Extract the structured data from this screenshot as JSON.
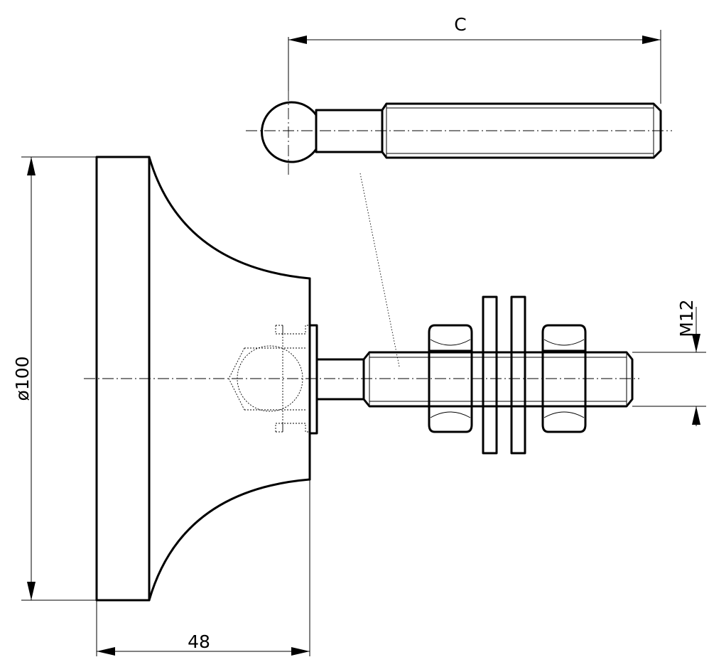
{
  "drawing": {
    "dimensions": {
      "length_c": "C",
      "diameter": "ø100",
      "height": "48",
      "thread": "M12"
    },
    "colors": {
      "line": "#000000",
      "background": "#ffffff"
    }
  }
}
